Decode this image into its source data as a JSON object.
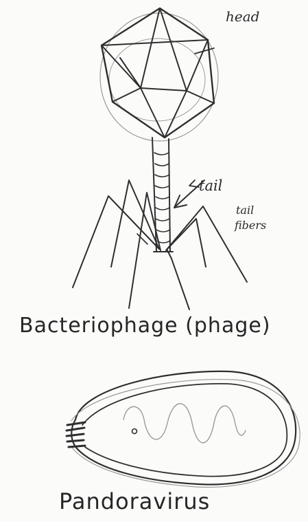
{
  "labels": {
    "head": "head",
    "tail": "tail",
    "tail_fibers_line1": "tail",
    "tail_fibers_line2": "fibers"
  },
  "titles": {
    "phage": "Bacteriophage (phage)",
    "pandoravirus": "Pandoravirus"
  }
}
